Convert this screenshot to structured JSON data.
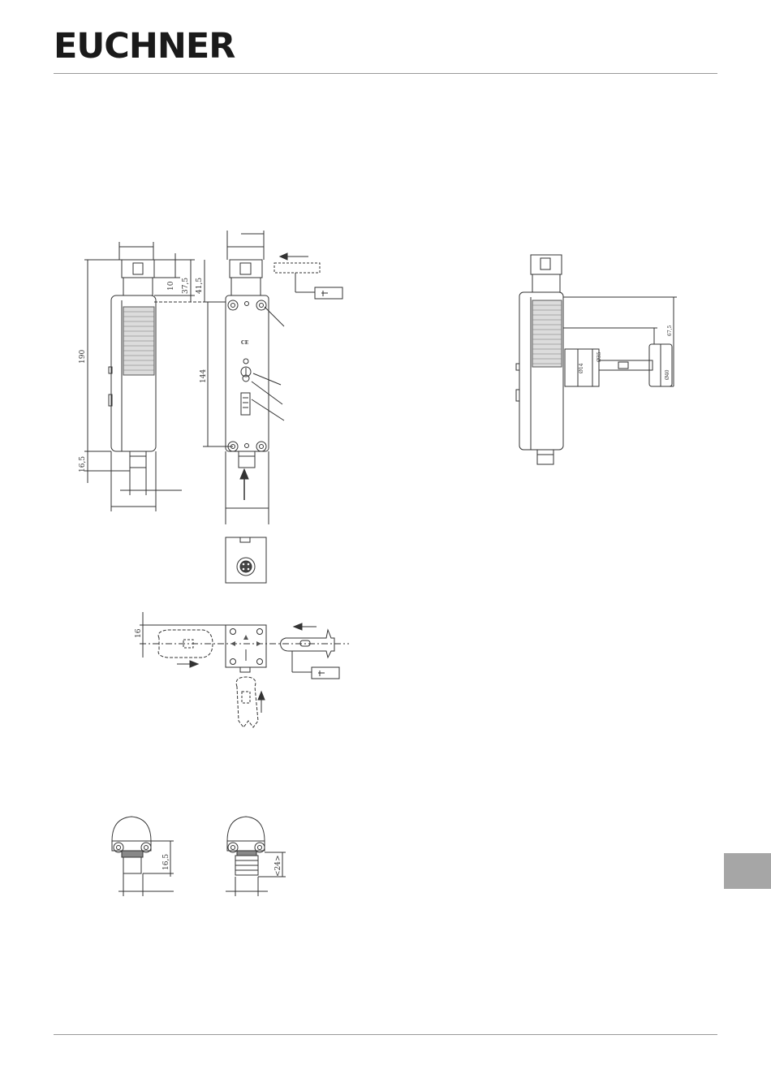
{
  "header": {
    "logo_text": "EUCHNER"
  },
  "drawing_main": {
    "dimensions": {
      "overall_height": "190",
      "dim_10": "10",
      "dim_37_5": "37,5",
      "dim_41_5": "41,5",
      "body_height": "144",
      "connector_height": "16,5"
    },
    "marking": "CE"
  },
  "drawing_actuation": {
    "dim_16": "16"
  },
  "drawing_connectors": {
    "left_height": "16,5",
    "right_height": "<24>"
  },
  "drawing_actuator": {
    "dim_67_5": "67,5",
    "dia_14": "Ø14",
    "dia_35": "Ø35",
    "dia_40": "Ø40"
  }
}
